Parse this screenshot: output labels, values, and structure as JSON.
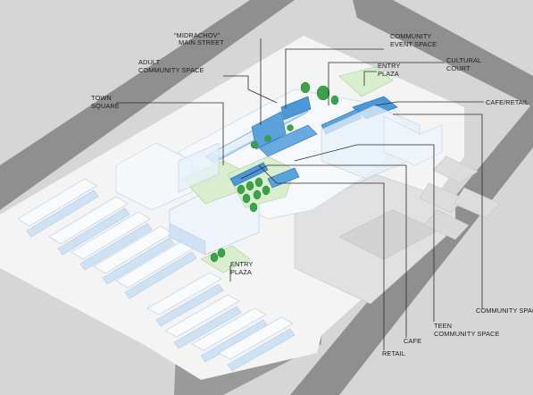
{
  "labels": {
    "midrachov_main_street": [
      "“MIDRACHOV”",
      "MAIN STREET"
    ],
    "community_event_space": [
      "COMMUNITY",
      "EVENT SPACE"
    ],
    "cultural_court": [
      "CULTURAL",
      "COURT"
    ],
    "adult_community_space": [
      "ADULT",
      "COMMUNITY SPACE"
    ],
    "entry_plaza_top": [
      "ENTRY",
      "PLAZA"
    ],
    "town_square": [
      "TOWN",
      "SQUARE"
    ],
    "cafe_retail": [
      "CAFE/RETAIL"
    ],
    "entry_plaza_bottom": [
      "ENTRY",
      "PLAZA"
    ],
    "community_space": [
      "COMMUNITY SPACE"
    ],
    "teen_community_space": [
      "TEEN",
      "COMMUNITY SPACE"
    ],
    "cafe": [
      "CAFE"
    ],
    "retail": [
      "RETAIL"
    ]
  },
  "colors": {
    "background": "#d6d6d6",
    "road": "#8f8f8f",
    "ground": "#f4f4f4",
    "building_light": "#f7f9fb",
    "building_blue": "#cfe2f3",
    "highlight_blue": "#4d97d6",
    "green": "#3aa34a",
    "pale_green": "#d8eecd",
    "neighbor": "#e2e2e2",
    "text": "#1d1d1d"
  }
}
